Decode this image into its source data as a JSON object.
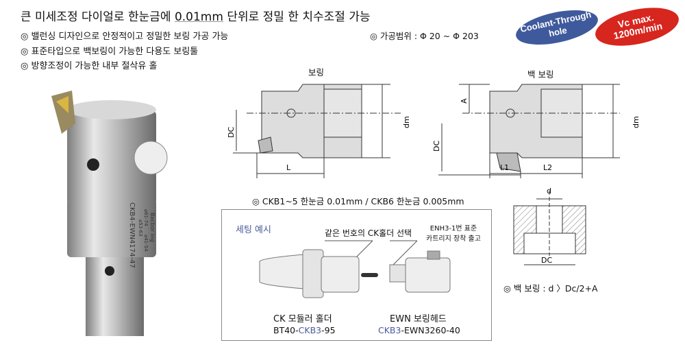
{
  "header": {
    "title_pre": "큰 미세조정 다이얼로 한눈금에 ",
    "title_em": "0.01mm",
    "title_post": " 단위로 정밀 한 치수조절 가능",
    "bullets": [
      "◎ 밸런싱 디자인으로 안정적이고 정밀한 보링 가공 가능",
      "◎ 표준타입으로 백보링이 가능한 다용도 보링툴",
      "◎ 방향조정이 가능한 내부 절삭유 홀"
    ],
    "range": "◎ 가공범위 : Φ 20 ~ Φ 203"
  },
  "badges": {
    "coolant": [
      "Coolant-Through",
      "hole"
    ],
    "vc": [
      "Vc max.",
      "1200m/min"
    ],
    "colors": {
      "blue": "#3f5a9c",
      "red": "#d7261e"
    }
  },
  "product": {
    "engraving": "CKB4-EWN4174-47",
    "brand": "Bacbor ing",
    "ranges": [
      "⌀61-74",
      "⌀53-63",
      "⌀41-54"
    ]
  },
  "diagrams": {
    "boring": {
      "title": "보링",
      "labels": {
        "dc": "DC",
        "dm": "dm",
        "l": "L"
      }
    },
    "back_boring": {
      "title": "백 보링",
      "labels": {
        "a": "A",
        "dc": "DC",
        "dm": "dm",
        "l1": "L1",
        "l2": "L2"
      }
    },
    "hole": {
      "d": "d",
      "dc": "DC"
    }
  },
  "notes": {
    "graduation": "◎ CKB1~5 한눈금 0.01mm / CKB6 한눈금 0.005mm",
    "back_boring_rule": "◎ 백 보링 : d 〉Dc/2+A"
  },
  "setting": {
    "title": "세팅 예시",
    "callout_select": "같은 번호의  CK홀더 선택",
    "callout_cartridge": [
      "ENH3-1번 표준",
      "카트리지 장착 출고"
    ],
    "holder_name": "CK 모듈러 홀더",
    "holder_code": [
      "BT40-",
      "CKB3",
      "-95"
    ],
    "head_name": "EWN  보링헤드",
    "head_code": [
      "CKB3",
      "-EWN3260-40"
    ]
  }
}
